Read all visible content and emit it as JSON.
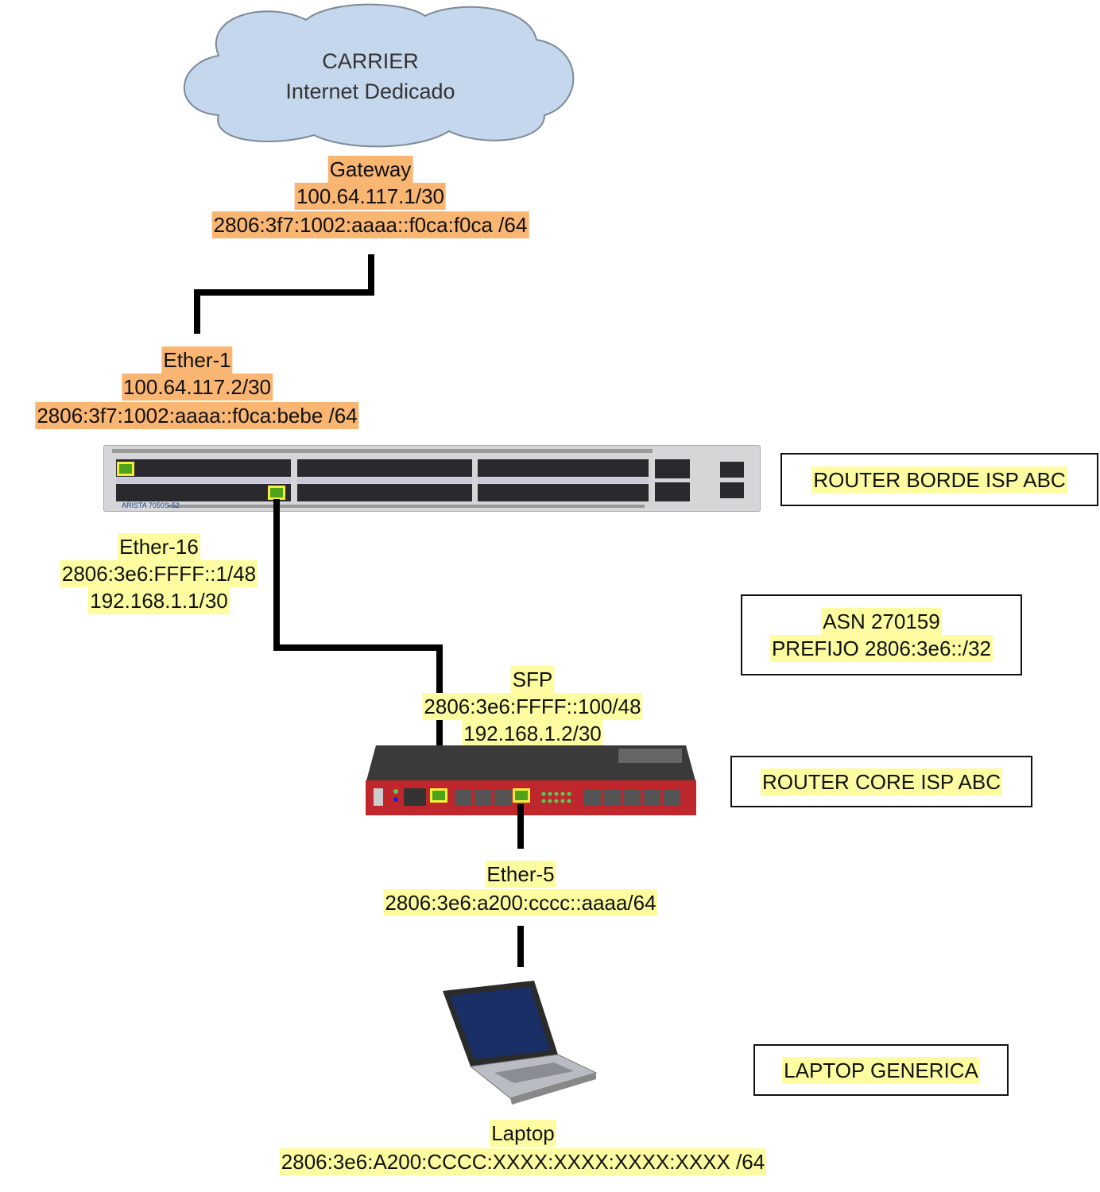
{
  "cloud": {
    "title": "CARRIER",
    "subtitle": "Internet Dedicado"
  },
  "gateway": {
    "label": "Gateway",
    "ipv4": "100.64.117.1/30",
    "ipv6": "2806:3f7:1002:aaaa::f0ca:f0ca /64"
  },
  "ether1": {
    "label": "Ether-1",
    "ipv4": "100.64.117.2/30",
    "ipv6": "2806:3f7:1002:aaaa::f0ca:bebe /64"
  },
  "router_borde": {
    "label": "ROUTER BORDE ISP ABC",
    "brand": "ARISTA 7050S-52"
  },
  "ether16": {
    "label": "Ether-16",
    "ipv6": "2806:3e6:FFFF::1/48",
    "ipv4": "192.168.1.1/30"
  },
  "asn": {
    "line1": "ASN 270159",
    "line2": "PREFIJO 2806:3e6::/32"
  },
  "sfp": {
    "label": "SFP",
    "ipv6": "2806:3e6:FFFF::100/48",
    "ipv4": "192.168.1.2/30"
  },
  "router_core": {
    "label": "ROUTER CORE ISP ABC"
  },
  "ether5": {
    "label": "Ether-5",
    "ipv6": "2806:3e6:a200:cccc::aaaa/64"
  },
  "laptop": {
    "label": "Laptop",
    "ipv6": "2806:3e6:A200:CCCC:XXXX:XXXX:XXXX:XXXX /64",
    "box_label": "LAPTOP GENERICA"
  },
  "colors": {
    "wan_highlight": "#f9b572",
    "lan_highlight": "#fdfca0",
    "cloud": "#c5d7ec",
    "active_port": "#4fa31a",
    "router_core_body": "#c0272d"
  }
}
